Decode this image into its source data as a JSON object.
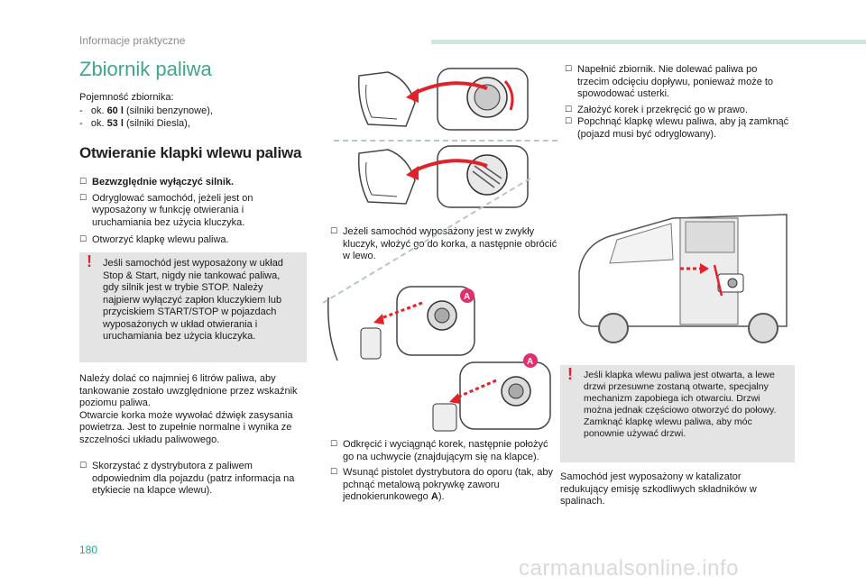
{
  "header": {
    "section": "Informacje praktyczne"
  },
  "page_number": "180",
  "watermark": "carmanualsonline.info",
  "title": "Zbiornik paliwa",
  "capacity": {
    "intro": "Pojemność zbiornika:",
    "petrol_prefix": "-   ok. ",
    "petrol_value": "60 l",
    "petrol_suffix": " (silniki benzynowe),",
    "diesel_prefix": "-   ok. ",
    "diesel_value": "53 l",
    "diesel_suffix": " (silniki Diesla),"
  },
  "section_heading": "Otwieranie klapki wlewu paliwa",
  "col1": {
    "step1": "Bezwzględnie wyłączyć silnik.",
    "step2": "Odryglować samochód, jeżeli jest on wyposażony w funkcję otwierania i uruchamiania bez użycia kluczyka.",
    "step3": "Otworzyć klapkę wlewu paliwa.",
    "warning": "Jeśli samochód jest wyposażony w układ Stop & Start, nigdy nie tankować paliwa, gdy silnik jest w trybie STOP. Należy najpierw wyłączyć zapłon kluczykiem lub przyciskiem START/STOP w pojazdach wyposażonych w układ otwierania i uruchamiania bez użycia kluczyka.",
    "para1": "Należy dolać co najmniej 6 litrów paliwa, aby tankowanie zostało uwzględnione przez wskaźnik poziomu paliwa.",
    "para2": "Otwarcie korka może wywołać dźwięk zasysania powietrza. Jest to zupełnie normalne i wynika ze szczelności układu paliwowego.",
    "step4": "Skorzystać z dystrybutora z paliwem odpowiednim dla pojazdu (patrz informacja na etykiecie na klapce wlewu)."
  },
  "col2": {
    "key_step": "Jeżeli samochód wyposażony jest w zwykły kluczyk, włożyć go do korka, a następnie obrócić w lewo.",
    "step_unscrew": "Odkręcić i wyciągnąć korek, następnie położyć go na uchwycie (znajdującym się na klapce).",
    "step_nozzle_main": "Wsunąć pistolet dystrybutora do oporu (tak, aby pchnąć metalową pokrywkę zaworu jednokierunkowego ",
    "step_nozzle_ref": "A",
    "step_nozzle_end": ").",
    "callout_a": "A"
  },
  "col3": {
    "step_fill": "Napełnić zbiornik. Nie dolewać paliwa po trzecim odcięciu dopływu, ponieważ może to spowodować usterki.",
    "step_cap": "Założyć korek i przekręcić go w prawo.",
    "step_close": "Popchnąć klapkę wlewu paliwa, aby ją zamknąć (pojazd musi być odryglowany).",
    "warning": "Jeśli klapka wlewu paliwa jest otwarta, a lewe drzwi przesuwne zostaną otwarte, specjalny mechanizm zapobiega ich otwarciu. Drzwi można jednak częściowo otworzyć do połowy. Zamknąć klapkę wlewu paliwa, aby móc ponownie używać drzwi.",
    "para": "Samochód jest wyposażony w katalizator redukujący emisję szkodliwych składników w spalinach."
  },
  "colors": {
    "accent": "#3fa68e",
    "warning_red": "#e1222b",
    "callout_pink": "#e0306c",
    "panel_gray": "#e4e4e4"
  }
}
